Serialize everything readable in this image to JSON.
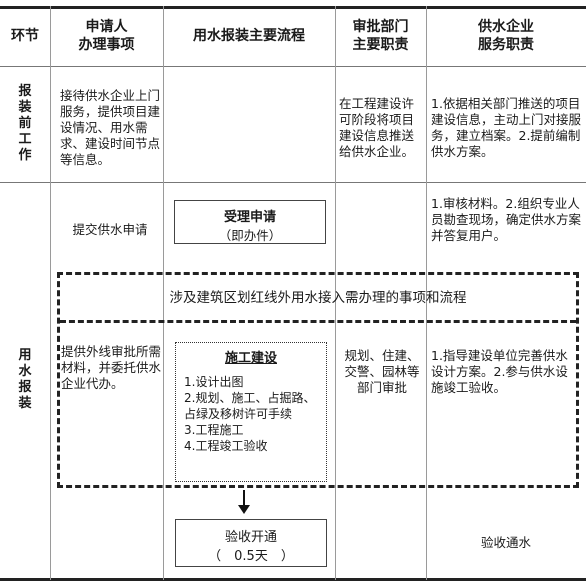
{
  "header": {
    "stage": "环节",
    "applicant_line1": "申请人",
    "applicant_line2": "办理事项",
    "flow": "用水报装主要流程",
    "approval_line1": "审批部门",
    "approval_line2": "主要职责",
    "supplier_line1": "供水企业",
    "supplier_line2": "服务职责"
  },
  "pre_install": {
    "stage_chars": [
      "报",
      "装",
      "前",
      "工",
      "作"
    ],
    "applicant": "接待供水企业上门服务，提供项目建设情况、用水需求、建设时间节点等信息。",
    "approval": "在工程建设许可阶段将项目建设信息推送给供水企业。",
    "supplier": "1.依据相关部门推送的项目建设信息，主动上门对接服务，建立档案。2.提前编制供水方案。"
  },
  "install": {
    "stage_chars": [
      "用",
      "水",
      "报",
      "装"
    ],
    "applicant_submit": "提交供水申请",
    "accept_title": "受理申请",
    "accept_sub": "（即办件）",
    "supplier_review": "1.审核材料。2.组织专业人员勘查现场，确定供水方案并答复用户。",
    "red_line_title": "涉及建筑区划红线外用水接入需办理的事项和流程",
    "applicant_outside": "提供外线审批所需材料，并委托供水企业代办。",
    "construction_title": "施工建设",
    "construction_items": "1.设计出图\n2.规划、施工、占掘路、占绿及移树许可手续\n3.工程施工\n4.工程竣工验收",
    "approval_outside": "规划、住建、交警、园林等部门审批",
    "supplier_outside": "1.指导建设单位完善供水设计方案。2.参与供水设施竣工验收。",
    "final_title": "验收开通",
    "final_sub": "（　0.5天　）",
    "supplier_final": "验收通水"
  },
  "colors": {
    "line": "#9a9a9a",
    "dash": "#222222"
  }
}
